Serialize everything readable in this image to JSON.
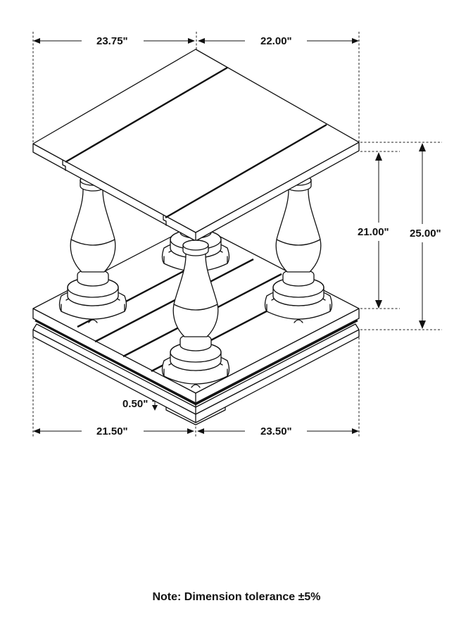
{
  "drawing": {
    "subject": "end table with turned baluster legs and plank top, isometric line drawing",
    "dimensions": {
      "top_left_width": "23.75\"",
      "top_right_depth": "22.00\"",
      "leg_height": "21.00\"",
      "overall_height": "25.00\"",
      "base_thickness": "0.50\"",
      "base_left_width": "21.50\"",
      "base_right_depth": "23.50\""
    },
    "colors": {
      "line": "#111111",
      "background": "#ffffff"
    }
  },
  "note": "Note: Dimension tolerance ±5%"
}
